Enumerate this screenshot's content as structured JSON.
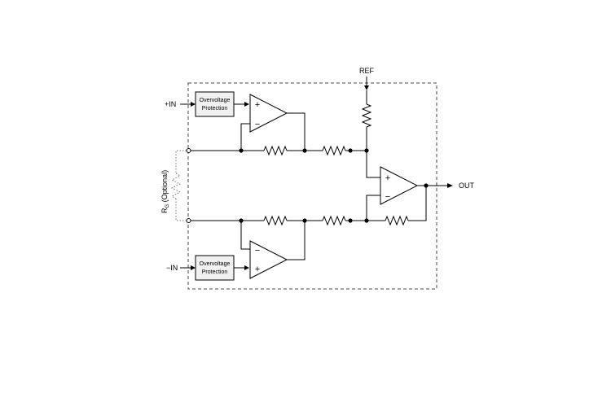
{
  "diagram": {
    "labels": {
      "in_plus": "+IN",
      "in_minus": "−IN",
      "ref": "REF",
      "out": "OUT",
      "rg_main": "R",
      "rg_sub": "G",
      "rg_suffix": " (Optional)"
    },
    "blocks": {
      "ovp_top_line1": "Overvoltage",
      "ovp_top_line2": "Protection",
      "ovp_bottom_line1": "Overvoltage",
      "ovp_bottom_line2": "Protection"
    },
    "opamp_signs": {
      "a1_plus": "+",
      "a1_minus": "−",
      "a2_minus": "−",
      "a2_plus": "+",
      "a3_plus": "+",
      "a3_minus": "−"
    }
  }
}
